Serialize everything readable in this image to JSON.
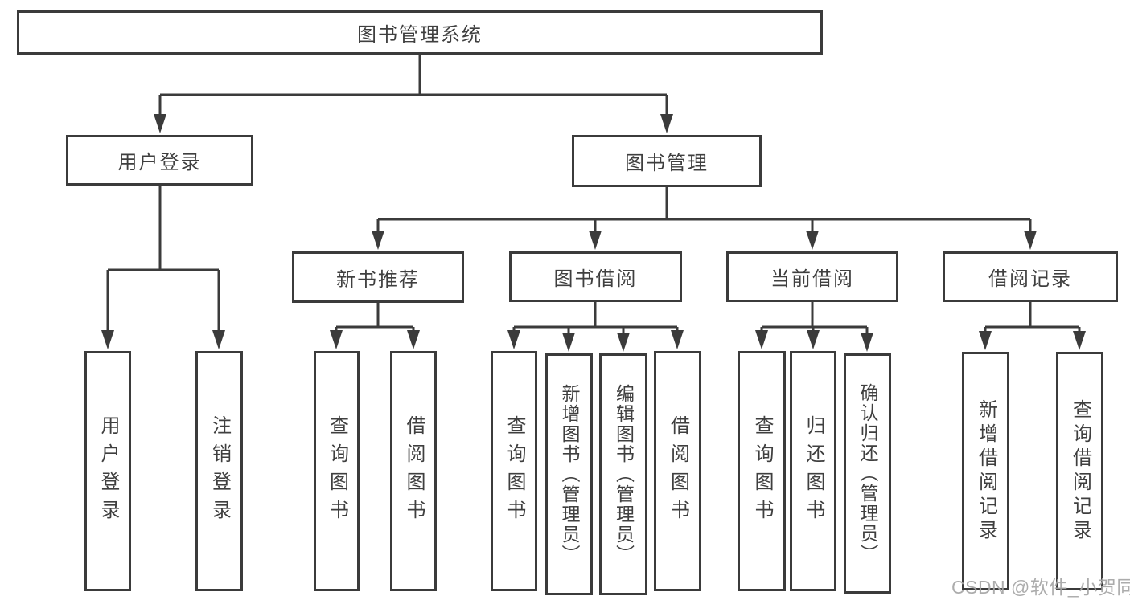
{
  "diagram": {
    "type": "hierarchy-flowchart",
    "tree": {
      "label": "图书管理系统",
      "children": [
        {
          "label": "用户登录",
          "children": [
            {
              "label": "用户登录"
            },
            {
              "label": "注销登录"
            }
          ]
        },
        {
          "label": "图书管理",
          "children": [
            {
              "label": "新书推荐",
              "children": [
                {
                  "label": "查询图书"
                },
                {
                  "label": "借阅图书"
                }
              ]
            },
            {
              "label": "图书借阅",
              "children": [
                {
                  "label": "查询图书"
                },
                {
                  "label": "新增图书（管理员）"
                },
                {
                  "label": "编辑图书（管理员）"
                },
                {
                  "label": "借阅图书"
                }
              ]
            },
            {
              "label": "当前借阅",
              "children": [
                {
                  "label": "查询图书"
                },
                {
                  "label": "归还图书"
                },
                {
                  "label": "确认归还（管理员）"
                }
              ]
            },
            {
              "label": "借阅记录",
              "children": [
                {
                  "label": "新增借阅记录"
                },
                {
                  "label": "查询借阅记录"
                }
              ]
            }
          ]
        }
      ]
    },
    "colors": {
      "line": "#3b3b3b",
      "box_border": "#3b3b3b",
      "box_fill": "#ffffff",
      "text": "#3f3f3f",
      "watermark": "#a5a5a5",
      "background": "#ffffff"
    }
  },
  "watermark": {
    "text": "CSDN @软件_小贺同学"
  }
}
